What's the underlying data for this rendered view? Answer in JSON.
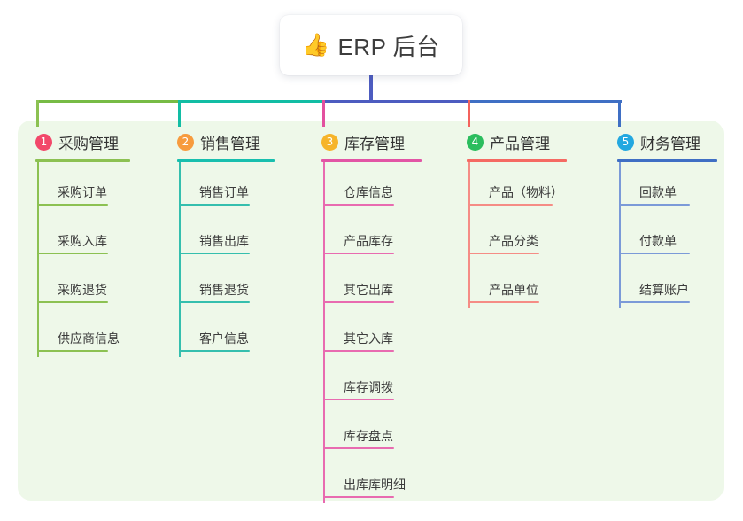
{
  "root": {
    "icon": "thumbs-up-icon",
    "emoji": "👍",
    "title": "ERP 后台"
  },
  "palette": {
    "panel_bg": "#eef8e9",
    "page_bg": "#ffffff",
    "trunk": "#4d5cc0",
    "bus_green": "#77bb45",
    "bus_teal": "#12bda4",
    "bus_indigo": "#4d5cc0",
    "bus_blue": "#3f6fc4"
  },
  "columns": [
    {
      "index": "1",
      "badge_color": "#f2486a",
      "title": "采购管理",
      "rule_color": "#8cc152",
      "line_color": "#8cc152",
      "drop_color": "#8cc152",
      "items": [
        {
          "label": "采购订单"
        },
        {
          "label": "采购入库"
        },
        {
          "label": "采购退货"
        },
        {
          "label": "供应商信息"
        }
      ]
    },
    {
      "index": "2",
      "badge_color": "#f79b3e",
      "title": "销售管理",
      "rule_color": "#18bfae",
      "line_color": "#35bfae",
      "drop_color": "#12bda4",
      "items": [
        {
          "label": "销售订单"
        },
        {
          "label": "销售出库"
        },
        {
          "label": "销售退货"
        },
        {
          "label": "客户信息"
        }
      ]
    },
    {
      "index": "3",
      "badge_color": "#f6b42a",
      "title": "库存管理",
      "rule_color": "#e255a5",
      "line_color": "#e86bb0",
      "drop_color": "#e3509f",
      "items": [
        {
          "label": "仓库信息"
        },
        {
          "label": "产品库存"
        },
        {
          "label": "其它出库"
        },
        {
          "label": "其它入库"
        },
        {
          "label": "库存调拨"
        },
        {
          "label": "库存盘点"
        },
        {
          "label": "出库库明细"
        }
      ]
    },
    {
      "index": "4",
      "badge_color": "#2bbd5e",
      "title": "产品管理",
      "rule_color": "#f56a63",
      "line_color": "#f58c85",
      "drop_color": "#f4625c",
      "items": [
        {
          "label": "产品（物料）",
          "wide": true
        },
        {
          "label": "产品分类"
        },
        {
          "label": "产品单位"
        }
      ]
    },
    {
      "index": "5",
      "badge_color": "#23a8e0",
      "title": "财务管理",
      "rule_color": "#3f6fc4",
      "line_color": "#7b9ad8",
      "drop_color": "#3f6fc4",
      "items": [
        {
          "label": "回款单"
        },
        {
          "label": "付款单"
        },
        {
          "label": "结算账户"
        }
      ]
    }
  ]
}
